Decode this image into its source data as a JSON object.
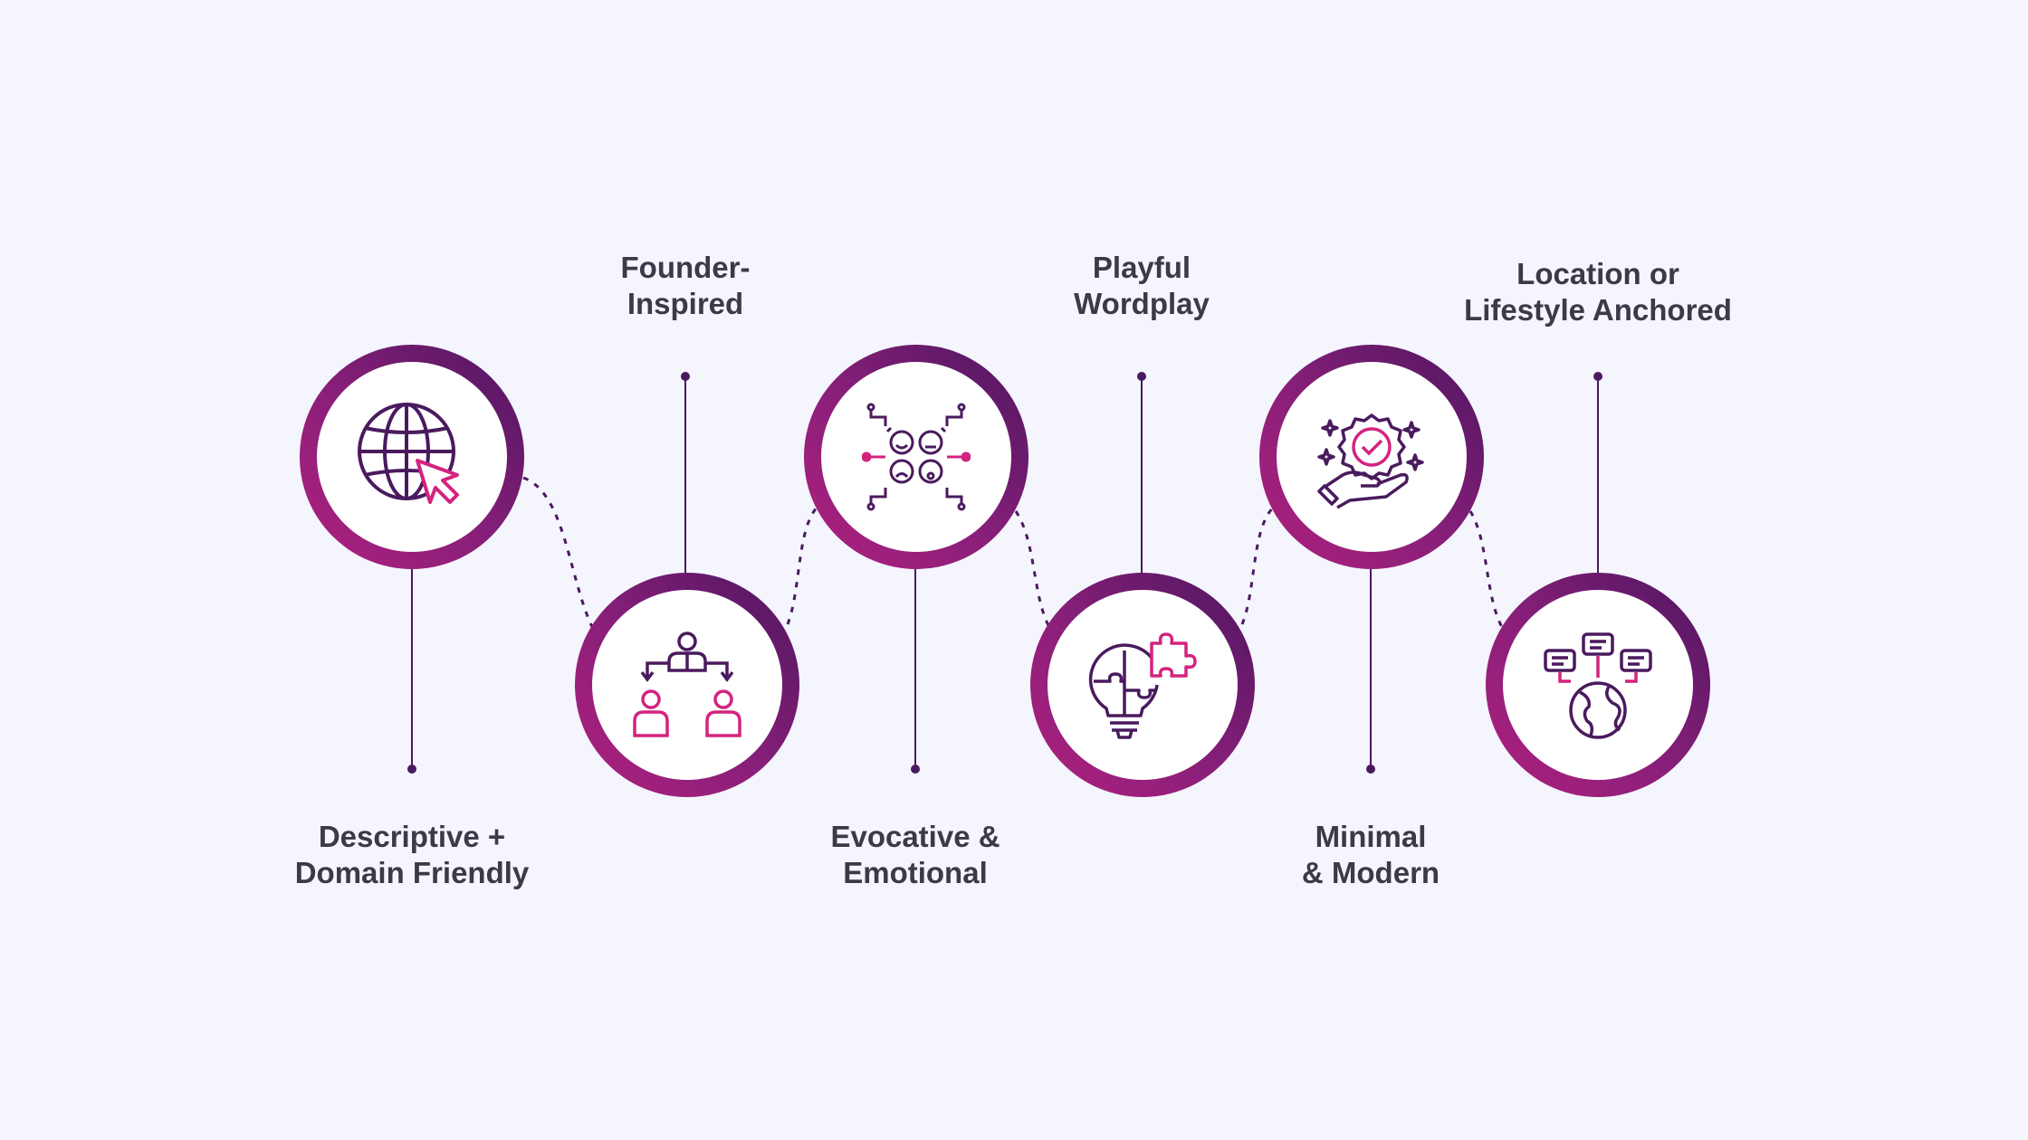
{
  "colors": {
    "background": "#f5f5fd",
    "ring_light": "#b0217d",
    "ring_dark": "#4e1660",
    "icon_dark": "#4a1a5e",
    "icon_accent": "#d4237f",
    "text": "#3a3a48"
  },
  "steps": [
    {
      "icon": "globe-cursor-icon",
      "label": [
        "Descriptive +",
        "Domain Friendly"
      ]
    },
    {
      "icon": "org-chart-people-icon",
      "label": [
        "Founder-",
        "Inspired"
      ]
    },
    {
      "icon": "emotion-faces-icon",
      "label": [
        "Evocative &",
        "Emotional"
      ]
    },
    {
      "icon": "lightbulb-puzzle-icon",
      "label": [
        "Playful",
        "Wordplay"
      ]
    },
    {
      "icon": "hand-badge-icon",
      "label": [
        "Minimal",
        "& Modern"
      ]
    },
    {
      "icon": "globe-chat-icon",
      "label": [
        "Location or",
        "Lifestyle Anchored"
      ]
    }
  ]
}
